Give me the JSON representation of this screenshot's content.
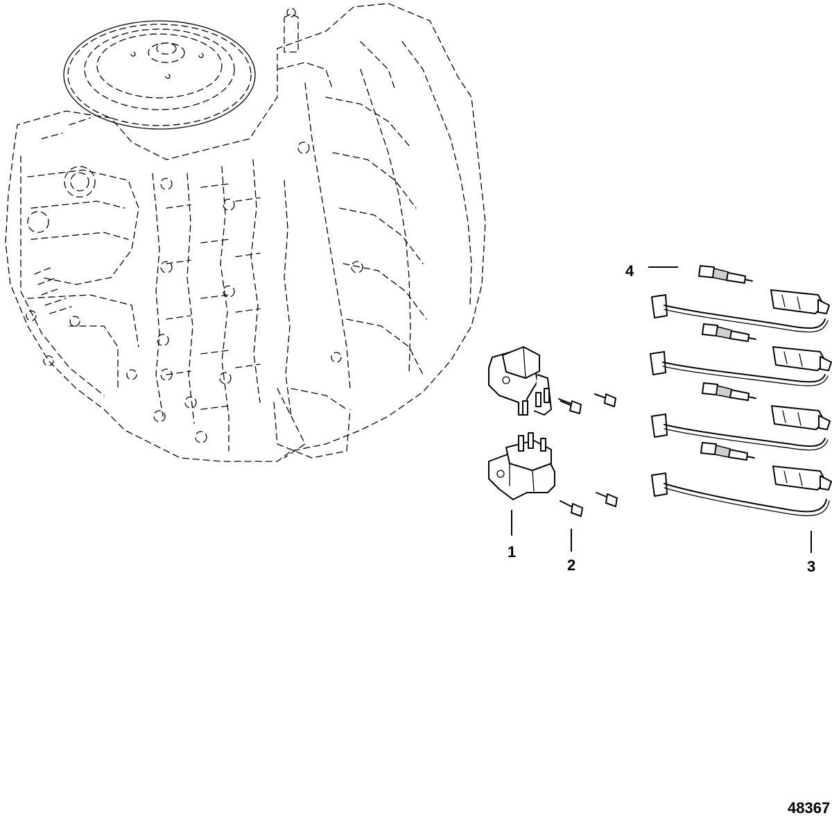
{
  "callouts": [
    {
      "label": "1",
      "part": "ignition-coil"
    },
    {
      "label": "2",
      "part": "coil-mounting-screw"
    },
    {
      "label": "3",
      "part": "spark-plug-lead"
    },
    {
      "label": "4",
      "part": "spark-plug"
    }
  ],
  "figure_number": "48367"
}
